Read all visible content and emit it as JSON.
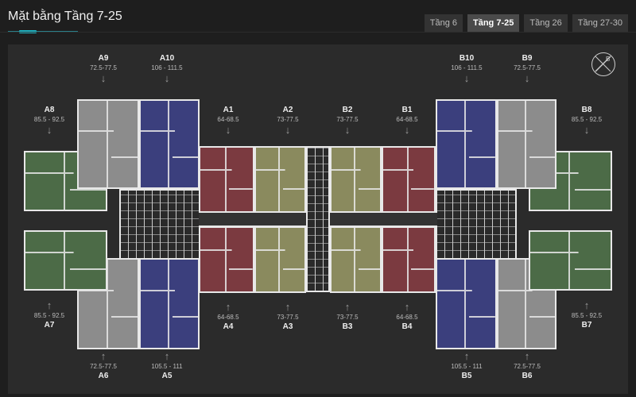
{
  "header": {
    "title": "Mặt bằng Tầng 7-25",
    "tabs": [
      {
        "label": "Tầng 6",
        "active": false
      },
      {
        "label": "Tầng 7-25",
        "active": true
      },
      {
        "label": "Tầng 26",
        "active": false
      },
      {
        "label": "Tầng 27-30",
        "active": false
      }
    ]
  },
  "colors": {
    "green": "#4c6b47",
    "gray": "#8c8c8c",
    "blue": "#3b3f7d",
    "red": "#7b3a40",
    "olive": "#8a8a5e",
    "accent": "#1fb3c2"
  },
  "compass": {
    "icon": "compass-icon",
    "label": "B"
  },
  "units": [
    {
      "id": "A9",
      "range": "72.5-77.5",
      "color": "gray"
    },
    {
      "id": "A10",
      "range": "106 - 111.5",
      "color": "blue"
    },
    {
      "id": "A8",
      "range": "85.5 - 92.5",
      "color": "green"
    },
    {
      "id": "A1",
      "range": "64-68.5",
      "color": "red"
    },
    {
      "id": "A2",
      "range": "73-77.5",
      "color": "olive"
    },
    {
      "id": "B2",
      "range": "73-77.5",
      "color": "olive"
    },
    {
      "id": "B1",
      "range": "64-68.5",
      "color": "red"
    },
    {
      "id": "B10",
      "range": "106 - 111.5",
      "color": "blue"
    },
    {
      "id": "B9",
      "range": "72.5-77.5",
      "color": "gray"
    },
    {
      "id": "B8",
      "range": "85.5 - 92.5",
      "color": "green"
    },
    {
      "id": "A7",
      "range": "85.5 - 92.5",
      "color": "green"
    },
    {
      "id": "A4",
      "range": "64-68.5",
      "color": "red"
    },
    {
      "id": "A3",
      "range": "73-77.5",
      "color": "olive"
    },
    {
      "id": "B3",
      "range": "73-77.5",
      "color": "olive"
    },
    {
      "id": "B4",
      "range": "64-68.5",
      "color": "red"
    },
    {
      "id": "B7",
      "range": "85.5 - 92.5",
      "color": "green"
    },
    {
      "id": "A6",
      "range": "72.5-77.5",
      "color": "gray"
    },
    {
      "id": "A5",
      "range": "105.5 - 111",
      "color": "blue"
    },
    {
      "id": "B5",
      "range": "105.5 - 111",
      "color": "blue"
    },
    {
      "id": "B6",
      "range": "72.5-77.5",
      "color": "gray"
    }
  ]
}
